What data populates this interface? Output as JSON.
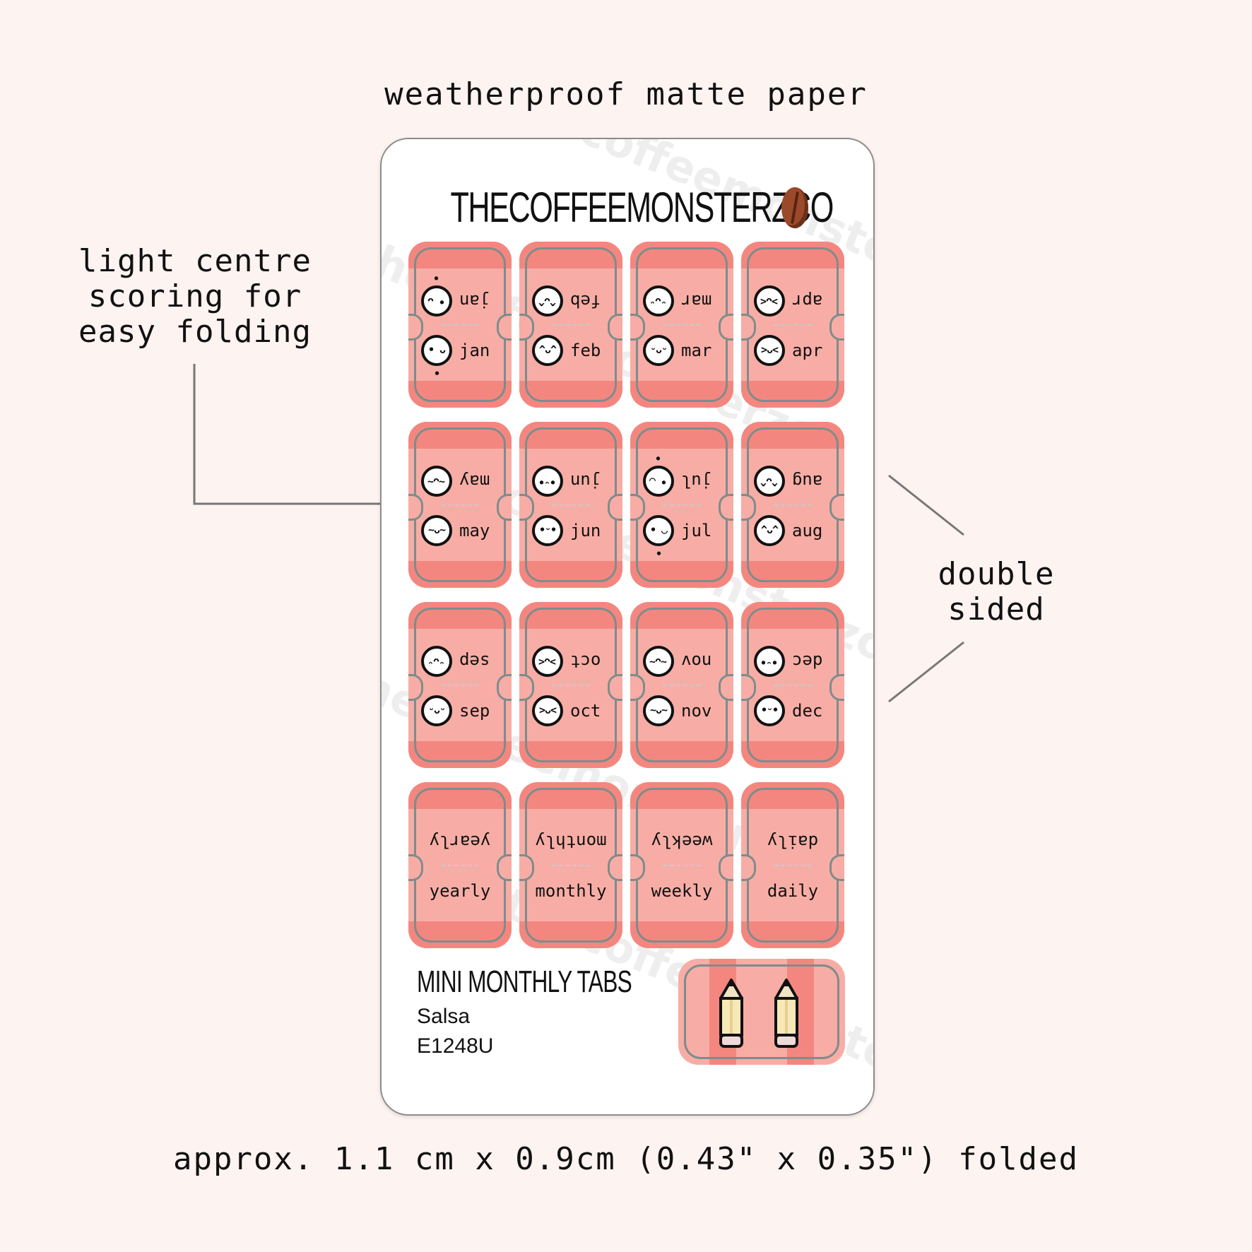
{
  "header": "weatherproof matte paper",
  "annotations": {
    "left": [
      "light centre",
      "scoring for",
      "easy folding"
    ],
    "right": [
      "double",
      "sided"
    ]
  },
  "footer": "approx. 1.1 cm x 0.9cm (0.43\" x 0.35\") folded",
  "sheet": {
    "brand": "THECOFFEEMONSTERZCO",
    "watermark": "thecoffeemonsterzco",
    "tabs": [
      {
        "label": "jan",
        "face": "• ᴗ •"
      },
      {
        "label": "feb",
        "face": "^ᴗ^"
      },
      {
        "label": "mar",
        "face": "ᵕᴗᵕ"
      },
      {
        "label": "apr",
        "face": ">ᴗ<"
      },
      {
        "label": "may",
        "face": "~ᴗ~"
      },
      {
        "label": "jun",
        "face": "•ᵕ•"
      },
      {
        "label": "jul",
        "face": "• ◡ •"
      },
      {
        "label": "aug",
        "face": "^ᴗ^"
      },
      {
        "label": "sep",
        "face": "ᵕᴗᵕ"
      },
      {
        "label": "oct",
        "face": ">ᴗ<"
      },
      {
        "label": "nov",
        "face": "~ᴗ~"
      },
      {
        "label": "dec",
        "face": "•ᵕ•"
      },
      {
        "label": "yearly",
        "face": ""
      },
      {
        "label": "monthly",
        "face": ""
      },
      {
        "label": "weekly",
        "face": ""
      },
      {
        "label": "daily",
        "face": ""
      }
    ],
    "product_name": "MINI MONTHLY TABS",
    "color_name": "Salsa",
    "sku": "E1248U"
  },
  "colors": {
    "background": "#fdf3f1",
    "tab_light": "#f7ada5",
    "tab_dark": "#f3877f",
    "outline": "#7f8c8c"
  }
}
